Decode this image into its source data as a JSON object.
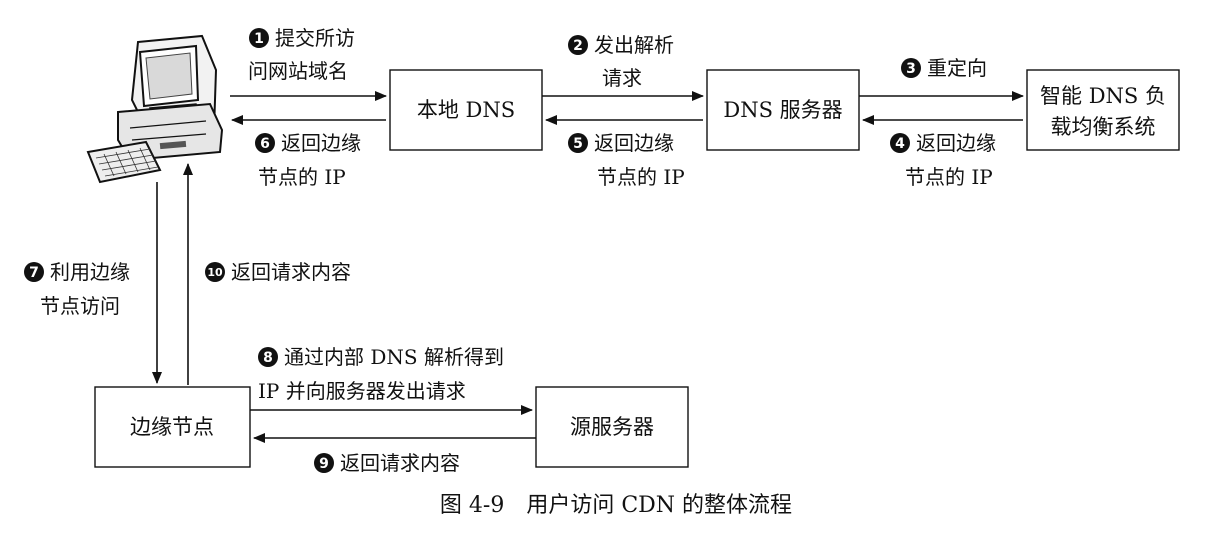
{
  "nodes": {
    "local_dns": "本地 DNS",
    "dns_server": "DNS 服务器",
    "smart_dns_line1": "智能 DNS 负",
    "smart_dns_line2": "载均衡系统",
    "edge_node": "边缘节点",
    "origin_server": "源服务器"
  },
  "steps": [
    {
      "num": "1",
      "lines": [
        "提交所访",
        "问网站域名"
      ]
    },
    {
      "num": "2",
      "lines": [
        "发出解析",
        "请求"
      ]
    },
    {
      "num": "3",
      "lines": [
        "重定向"
      ]
    },
    {
      "num": "4",
      "lines": [
        "返回边缘",
        "节点的 IP"
      ]
    },
    {
      "num": "5",
      "lines": [
        "返回边缘",
        "节点的 IP"
      ]
    },
    {
      "num": "6",
      "lines": [
        "返回边缘",
        "节点的 IP"
      ]
    },
    {
      "num": "7",
      "lines": [
        "利用边缘",
        "节点访问"
      ]
    },
    {
      "num": "8",
      "lines": [
        "通过内部 DNS 解析得到",
        "IP 并向服务器发出请求"
      ]
    },
    {
      "num": "9",
      "lines": [
        "返回请求内容"
      ]
    },
    {
      "num": "10",
      "lines": [
        "返回请求内容"
      ]
    }
  ],
  "icons": {
    "client": "desktop-computer-icon"
  },
  "caption": "图 4-9　用户访问 CDN 的整体流程"
}
